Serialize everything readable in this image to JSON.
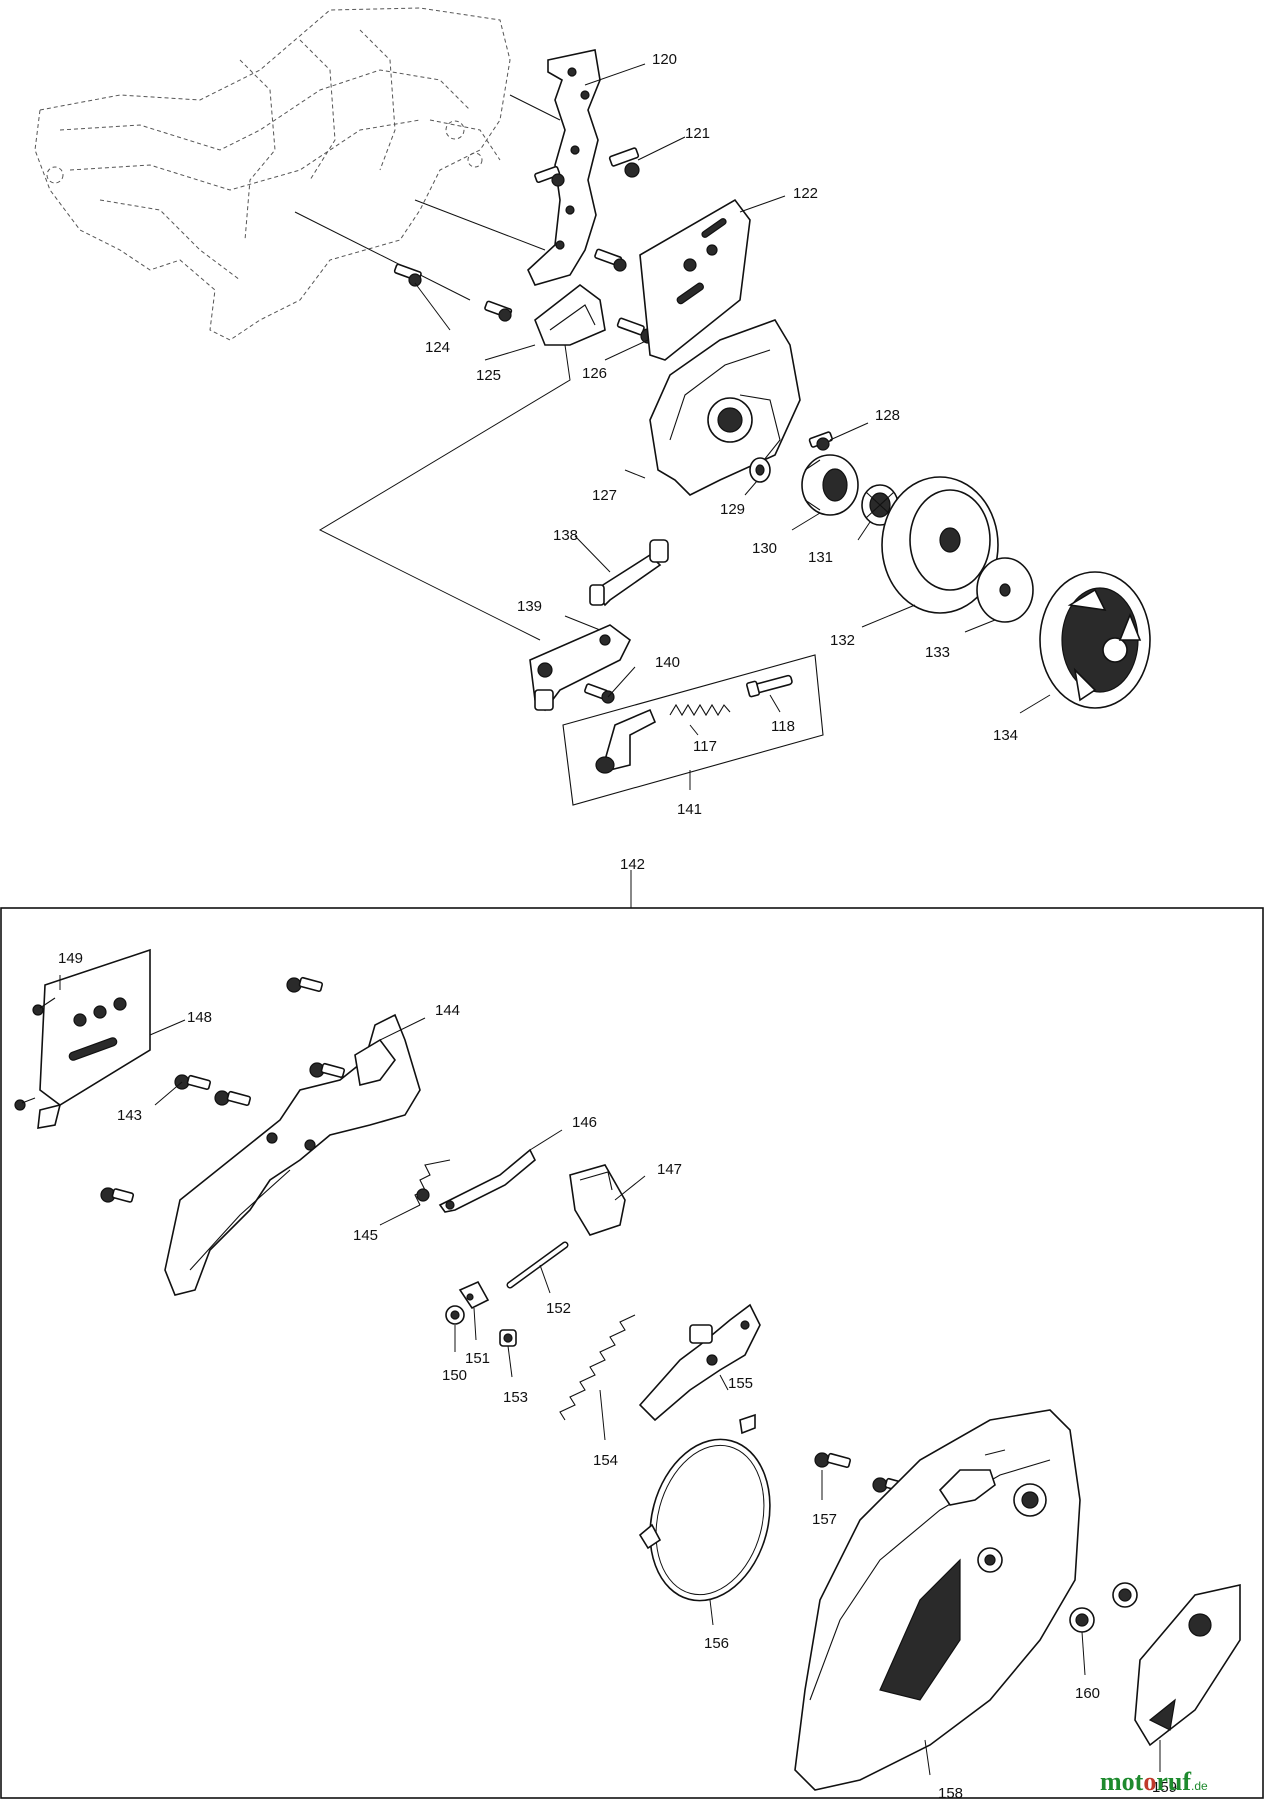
{
  "labels": {
    "p120": "120",
    "p121": "121",
    "p122": "122",
    "p124": "124",
    "p125": "125",
    "p126": "126",
    "p127": "127",
    "p128": "128",
    "p129": "129",
    "p130": "130",
    "p131": "131",
    "p132": "132",
    "p133": "133",
    "p134": "134",
    "p138": "138",
    "p139": "139",
    "p140": "140",
    "p117": "117",
    "p118": "118",
    "p141": "141",
    "p142": "142",
    "p143": "143",
    "p144": "144",
    "p145": "145",
    "p146": "146",
    "p147": "147",
    "p148": "148",
    "p149": "149",
    "p150": "150",
    "p151": "151",
    "p152": "152",
    "p153": "153",
    "p154": "154",
    "p155": "155",
    "p156": "156",
    "p157": "157",
    "p158": "158",
    "p159": "159",
    "p160": "160"
  },
  "watermark": {
    "part1": "mot",
    "part2": "o",
    "part3": "ruf",
    "suffix": ".de"
  }
}
